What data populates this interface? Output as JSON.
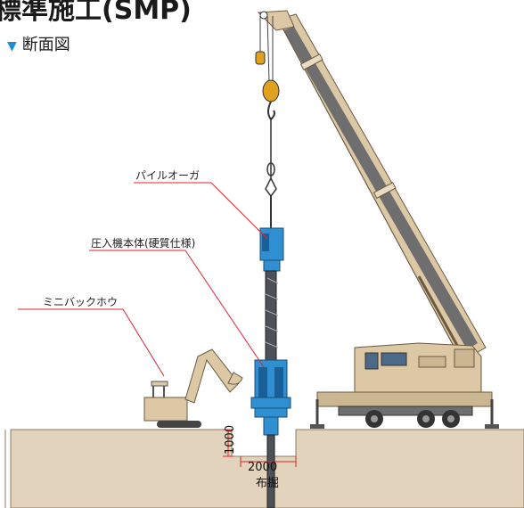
{
  "title": "標準施工(SMP)",
  "section_label": "断面図",
  "labels": {
    "pile_auger": "パイルオーガ",
    "press_machine": "圧入機本体(硬質仕様)",
    "mini_backhoe": "ミニバックホウ"
  },
  "dimensions": {
    "depth": "1000",
    "width": "2000",
    "trench": "布掘"
  },
  "colors": {
    "accent_blue": "#1a8fd6",
    "ground": "#e2d3bd",
    "crane_body": "#dcc8a5",
    "leader_red": "#e0242a"
  }
}
